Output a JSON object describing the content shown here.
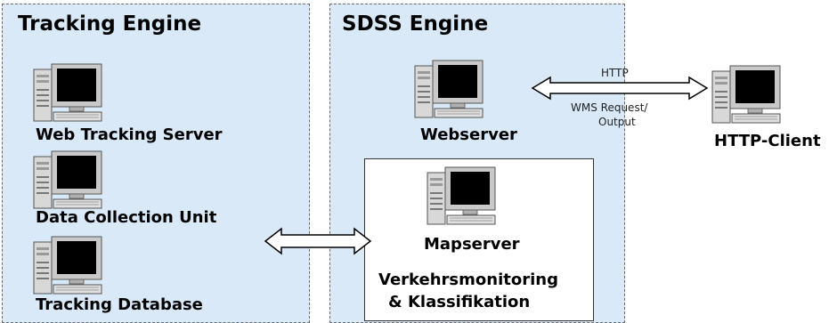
{
  "tracking_engine": {
    "title": "Tracking Engine",
    "web_tracking_server": "Web Tracking Server",
    "data_collection_unit": "Data Collection Unit",
    "tracking_database": "Tracking Database"
  },
  "sdss_engine": {
    "title": "SDSS Engine",
    "webserver": "Webserver",
    "mapserver": "Mapserver",
    "verkehr_line1": "Verkehrsmonitoring",
    "verkehr_line2": "& Klassifikation"
  },
  "connection": {
    "http_label": "HTTP",
    "wms_line1": "WMS Request/",
    "wms_line2": "Output"
  },
  "client": {
    "label": "HTTP-Client"
  },
  "colors": {
    "panel_bg": "#d9e9f8",
    "screen": "#000000",
    "case": "#d8d8d8"
  }
}
